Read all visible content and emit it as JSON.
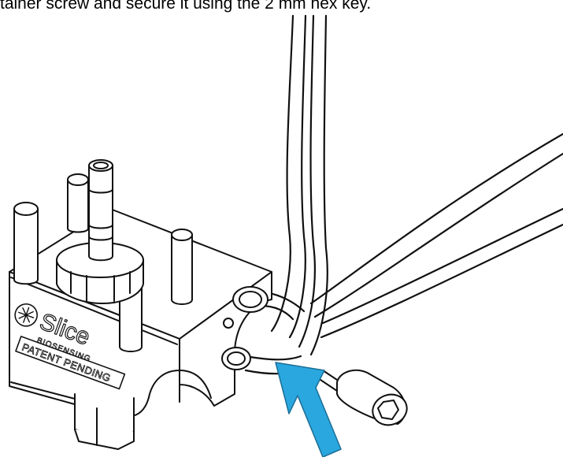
{
  "instruction": "tainer screw and secure it using the 2 mm hex key.",
  "labels": {
    "logo_brand": "Slice",
    "logo_subtitle": "BIOSENSING",
    "patent": "PATENT PENDING"
  },
  "colors": {
    "arrow": "#2aa7df",
    "arrow_stroke": "#1b6e96",
    "line": "#111111",
    "fill": "#ffffff",
    "shade": "#e8e8e8"
  },
  "icons": {
    "arrow": "insert-arrow-icon",
    "screw": "hex-socket-screw-icon"
  }
}
